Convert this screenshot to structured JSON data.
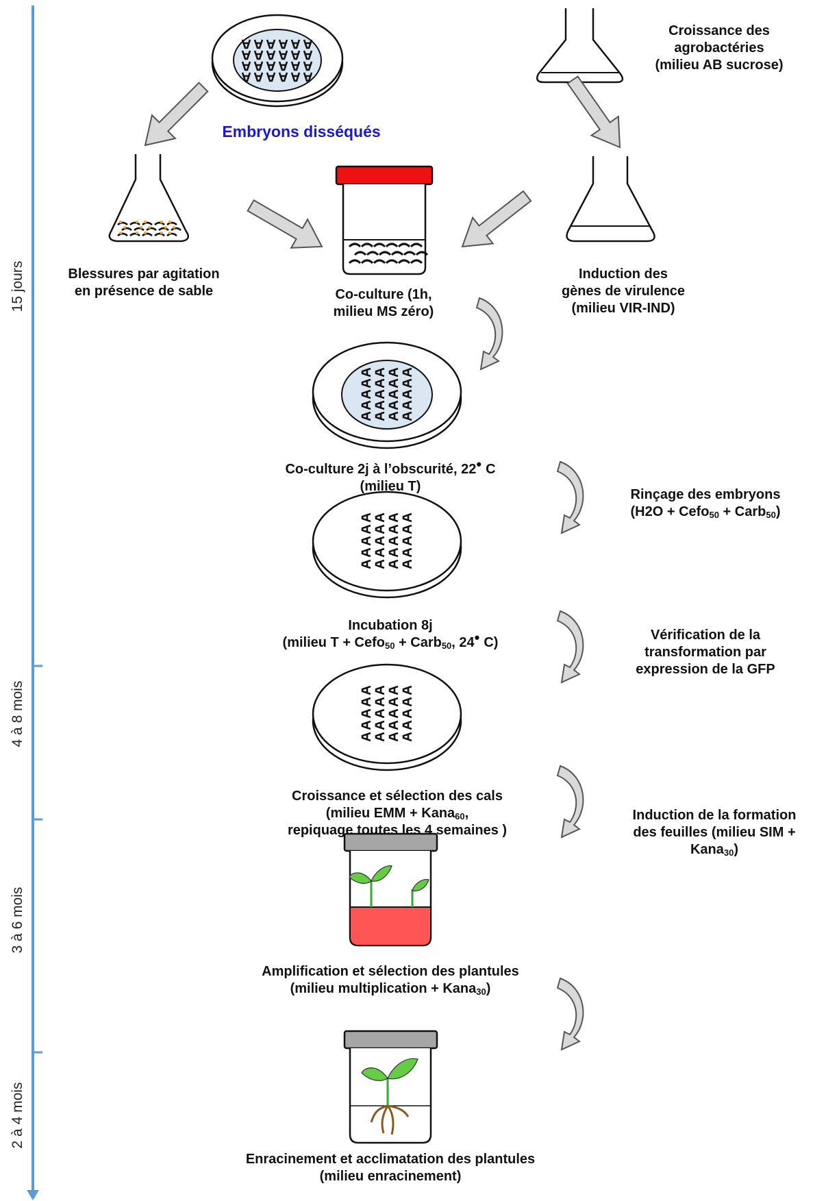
{
  "timeline": {
    "periods": [
      "15 jours",
      "4 à 8 mois",
      "3 à 6 mois",
      "2 à 4 mois"
    ]
  },
  "steps": {
    "dissected_embryos": "Embryons disséqués",
    "agro_growth": [
      "Croissance des",
      "agrobactéries",
      "(milieu AB sucrose)"
    ],
    "wounding": [
      "Blessures par agitation",
      "en présence de sable"
    ],
    "virulence": [
      "Induction des",
      "gènes de virulence",
      "(milieu VIR-IND)"
    ],
    "coculture_1h": [
      "Co-culture (1h,",
      "milieu MS zéro)"
    ],
    "coculture_2j": {
      "line1": "Co-culture 2j à l’obscurité, 22",
      "degree": "•",
      "unit": "C",
      "line2": "(milieu T)"
    },
    "rinse": {
      "line1": "Rinçage des embryons",
      "pre": "(H2O + Cefo",
      "s1": "50",
      "mid": " + Carb",
      "s2": "50",
      "post": ")"
    },
    "incubation": {
      "line1": "Incubation 8j",
      "pre": "(milieu T + Cefo",
      "s1": "50",
      "mid": " + Carb",
      "s2": "50",
      "post": ", 24",
      "degree": "•",
      "unit": "C)"
    },
    "gfp_check": [
      "Vérification de la",
      "transformation par",
      "expression de la GFP"
    ],
    "callus": {
      "line1": "Croissance et sélection des cals",
      "pre": "(milieu EMM + Kana",
      "s1": "60",
      "post": ",",
      "line3": "repiquage toutes les 4 semaines )"
    },
    "leaf_induction": {
      "line1": "Induction de la formation",
      "line2": "des feuilles (milieu SIM +",
      "pre": "Kana",
      "s1": "30",
      "post": ")"
    },
    "amplification": {
      "line1": "Amplification et sélection des plantules",
      "pre": "(milieu multiplication + Kana",
      "s1": "30",
      "post": ")"
    },
    "rooting": [
      "Enracinement et acclimatation des plantules",
      "(milieu enracinement)"
    ]
  },
  "colors": {
    "timeline": "#5b9bd5",
    "title_blue": "#1a1acc",
    "lid_red": "#ee1111",
    "lid_gray": "#a6a6a6",
    "medium_red": "#ff5555",
    "petri_fill": "#dbe6f3",
    "leaf_green": "#66cc44",
    "root_brown": "#8b5a1a",
    "arrow_gray": "#d9d9d9",
    "sand_orange": "#f5a623"
  }
}
